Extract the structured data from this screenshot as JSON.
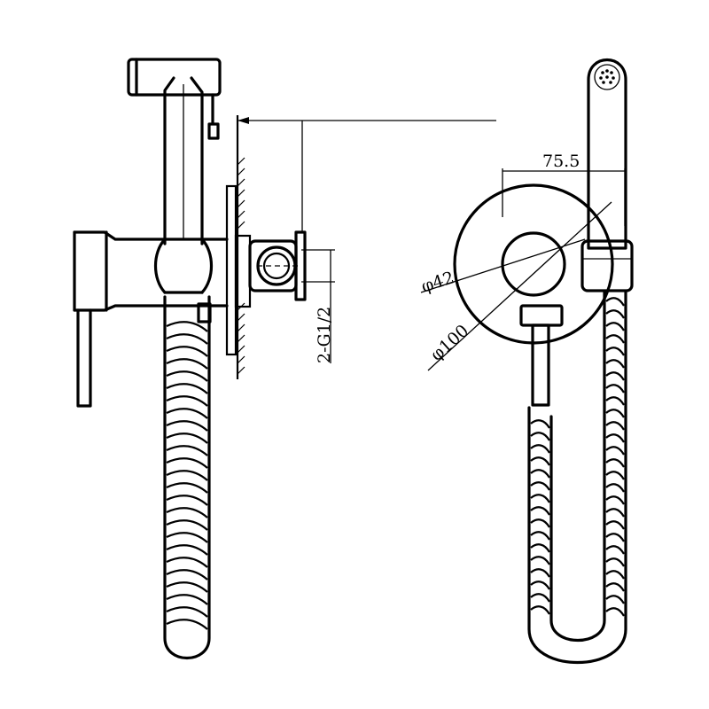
{
  "dimensions": {
    "offset_width": "75.5",
    "rosette_diameter": "φ100",
    "body_diameter": "φ42",
    "inlet_thread": "2-G1/2"
  },
  "colors": {
    "line": "#000000",
    "background": "#ffffff"
  }
}
